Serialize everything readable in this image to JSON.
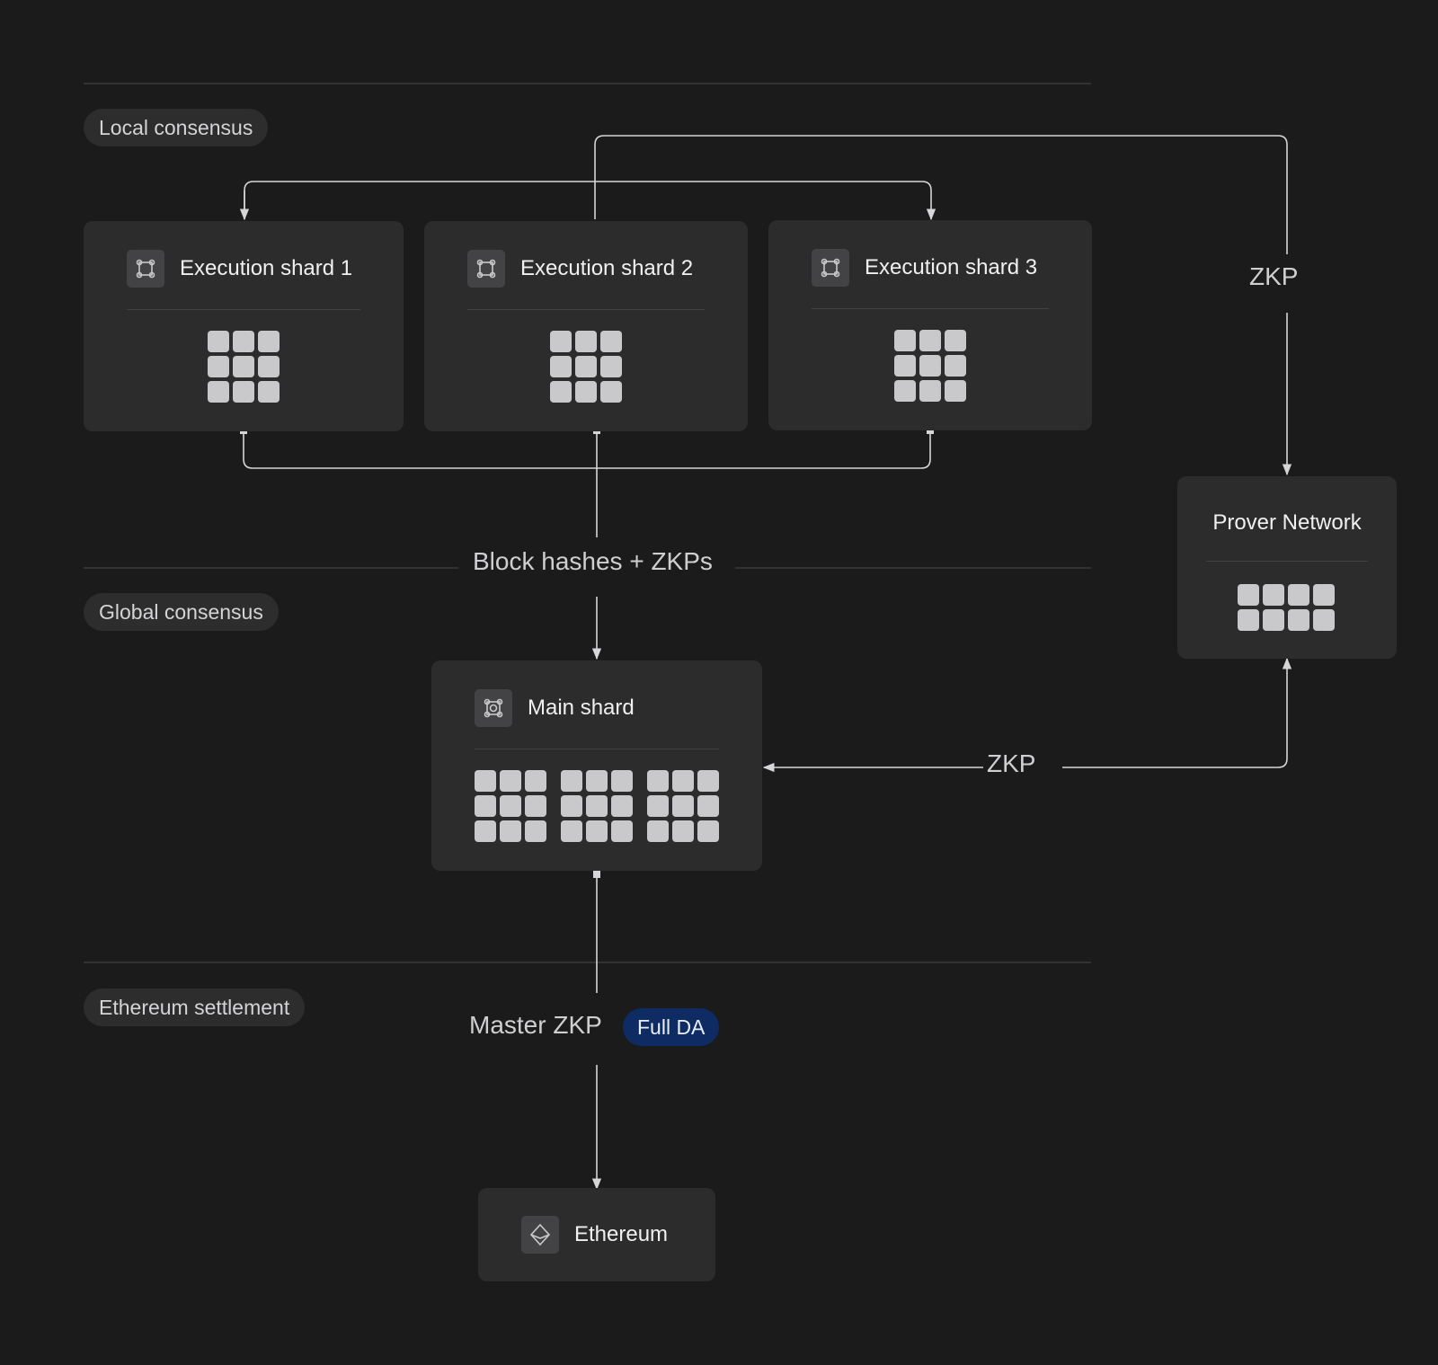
{
  "sections": {
    "local": "Local consensus",
    "global": "Global consensus",
    "settlement": "Ethereum settlement"
  },
  "shards": [
    {
      "title": "Execution shard 1"
    },
    {
      "title": "Execution shard 2"
    },
    {
      "title": "Execution shard 3"
    }
  ],
  "main_shard": {
    "title": "Main shard"
  },
  "prover": {
    "title": "Prover Network"
  },
  "ethereum": {
    "title": "Ethereum"
  },
  "labels": {
    "zkp_top": "ZKP",
    "zkp_side": "ZKP",
    "block_hashes": "Block hashes + ZKPs",
    "master_zkp": "Master ZKP",
    "full_da": "Full DA"
  },
  "colors": {
    "background": "#1b1b1c",
    "card": "#2c2c2d",
    "line": "#d6d6d8",
    "badge": "#0e2c63"
  }
}
